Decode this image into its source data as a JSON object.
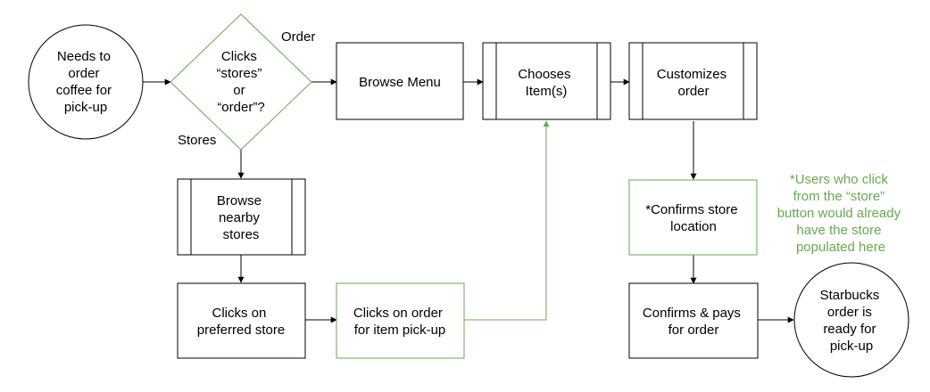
{
  "colors": {
    "stroke": "#000000",
    "green": "#6aa84f",
    "background": "#ffffff"
  },
  "nodes": {
    "start": [
      "Needs to",
      "order",
      "coffee for",
      "pick-up"
    ],
    "decision": [
      "Clicks",
      "“stores”",
      "or",
      "“order”?"
    ],
    "browse_menu": [
      "Browse Menu"
    ],
    "chooses_items": [
      "Chooses",
      "Item(s)"
    ],
    "customizes": [
      "Customizes",
      "order"
    ],
    "browse_stores": [
      "Browse",
      "nearby",
      "stores"
    ],
    "clicks_store": [
      "Clicks on",
      "preferred store"
    ],
    "clicks_order": [
      "Clicks on order",
      "for item pick-up"
    ],
    "confirm_location": [
      "*Confirms store",
      "location"
    ],
    "confirm_pay": [
      "Confirms & pays",
      "for order"
    ],
    "end": [
      "Starbucks",
      "order is",
      "ready for",
      "pick-up"
    ]
  },
  "edge_labels": {
    "order": "Order",
    "stores": "Stores"
  },
  "note": [
    "*Users who click",
    "from the “store”",
    "button would already",
    "have the store",
    "populated here"
  ]
}
